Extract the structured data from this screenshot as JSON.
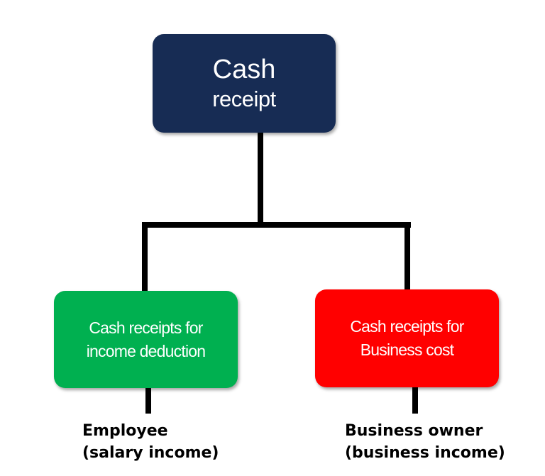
{
  "diagram": {
    "root": {
      "line1": "Cash",
      "line2": "receipt",
      "color": "#172c54"
    },
    "left": {
      "line1": "Cash receipts for",
      "line2": "income deduction",
      "color": "#00b050",
      "caption_line1": "Employee",
      "caption_line2": "(salary income)"
    },
    "right": {
      "line1": "Cash receipts for",
      "line2": "Business cost",
      "color": "#ff0000",
      "caption_line1": "Business owner",
      "caption_line2": "(business income)"
    },
    "connector_color": "#000000"
  }
}
